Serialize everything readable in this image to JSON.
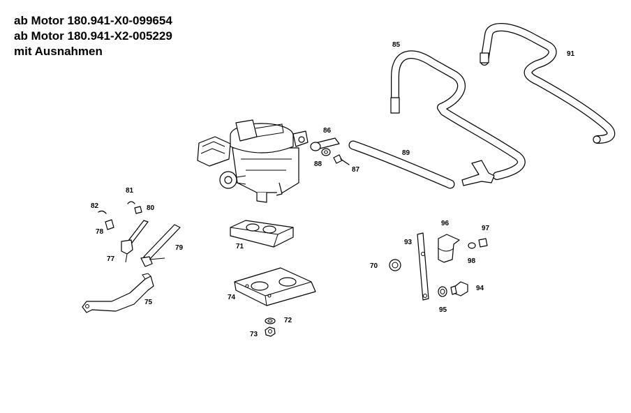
{
  "header": {
    "line1": "ab Motor 180.941-X0-099654",
    "line2": "ab Motor 180.941-X2-005229",
    "line3": "mit Ausnahmen"
  },
  "parts": {
    "p70": "70",
    "p71": "71",
    "p72": "72",
    "p73": "73",
    "p74": "74",
    "p75": "75",
    "p77": "77",
    "p78": "78",
    "p79": "79",
    "p80": "80",
    "p81": "81",
    "p82": "82",
    "p85": "85",
    "p86": "86",
    "p87": "87",
    "p88": "88",
    "p89": "89",
    "p91": "91",
    "p93": "93",
    "p94": "94",
    "p95": "95",
    "p96": "96",
    "p97": "97",
    "p98": "98"
  }
}
